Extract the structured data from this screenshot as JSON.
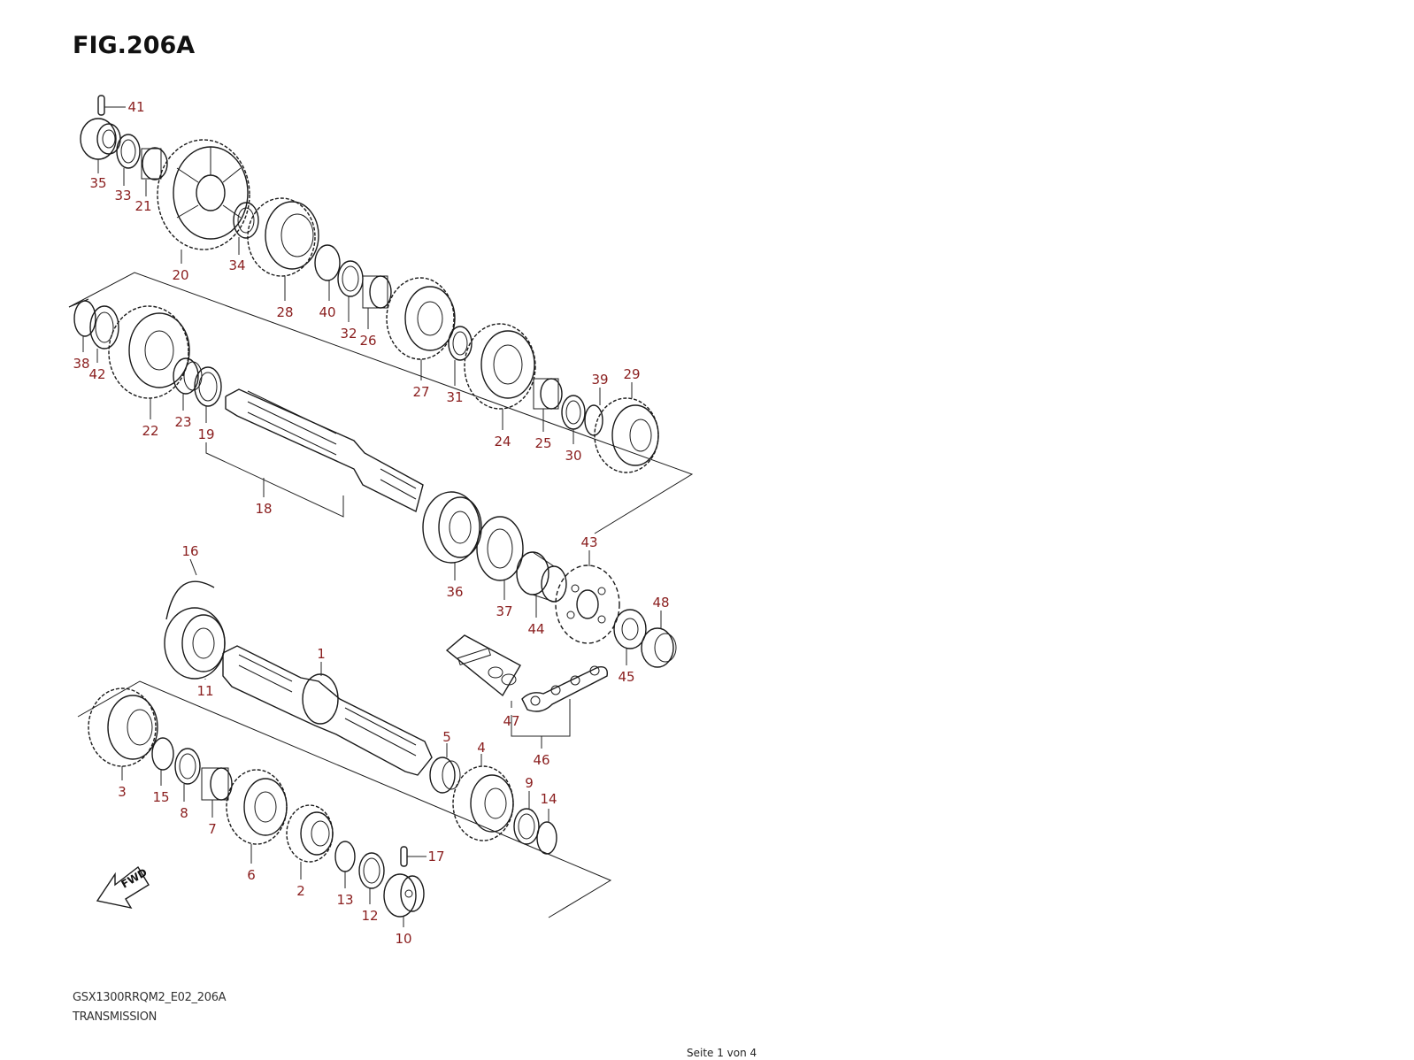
{
  "figure": {
    "title": "FIG.206A"
  },
  "footer": {
    "model_code": "GSX1300RRQM2_E02_206A",
    "section": "TRANSMISSION",
    "page_label": "Seite 1 von 4"
  },
  "fwd_label": "FWD",
  "colors": {
    "part_number": "#8a1e1e",
    "line": "#1a1a1a"
  },
  "part_numbers": [
    "41",
    "35",
    "33",
    "21",
    "20",
    "34",
    "28",
    "40",
    "32",
    "26",
    "38",
    "42",
    "22",
    "23",
    "19",
    "18",
    "27",
    "31",
    "24",
    "25",
    "39",
    "29",
    "30",
    "36",
    "37",
    "43",
    "44",
    "48",
    "45",
    "16",
    "11",
    "1",
    "47",
    "46",
    "3",
    "15",
    "8",
    "7",
    "6",
    "2",
    "5",
    "4",
    "9",
    "14",
    "17",
    "13",
    "12",
    "10"
  ]
}
